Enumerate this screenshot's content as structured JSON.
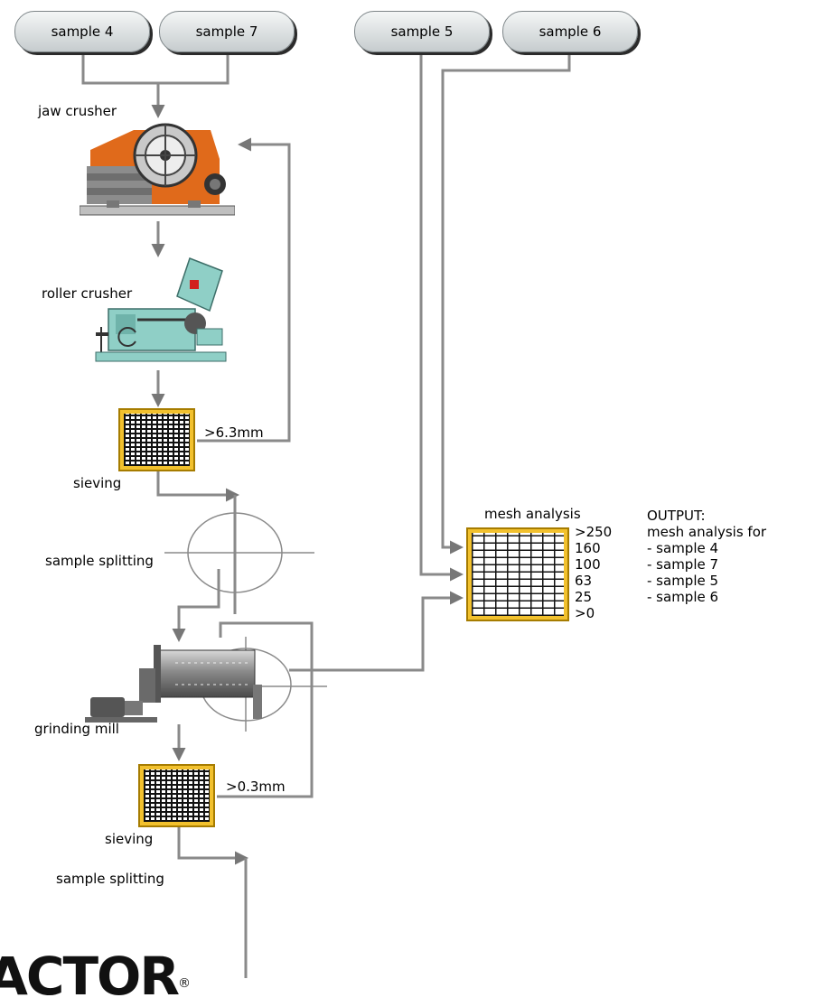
{
  "samples": [
    "sample 4",
    "sample 7",
    "sample 5",
    "sample 6"
  ],
  "equipment": {
    "jaw_crusher": "jaw crusher",
    "roller_crusher": "roller crusher",
    "sieving_1": "sieving",
    "oversize_1": ">6.3mm",
    "splitting_1": "sample splitting",
    "grinding_mill": "grinding mill",
    "sieving_2": "sieving",
    "oversize_2": ">0.3mm",
    "splitting_2": "sample splitting"
  },
  "mesh": {
    "title": "mesh analysis",
    "sizes": [
      ">250",
      "160",
      "100",
      "63",
      "25",
      ">0"
    ]
  },
  "output": {
    "heading": "OUTPUT:",
    "subheading": "mesh analysis for",
    "items": [
      "- sample 4",
      "- sample 7",
      "- sample 5",
      "- sample 6"
    ]
  },
  "logo": {
    "text": "ACTOR",
    "mark": "®"
  },
  "colors": {
    "sieve_frame": "#f2c12e",
    "line": "#8a8a8a",
    "crusher": "#e06a1b",
    "roller": "#8fcfc6"
  }
}
